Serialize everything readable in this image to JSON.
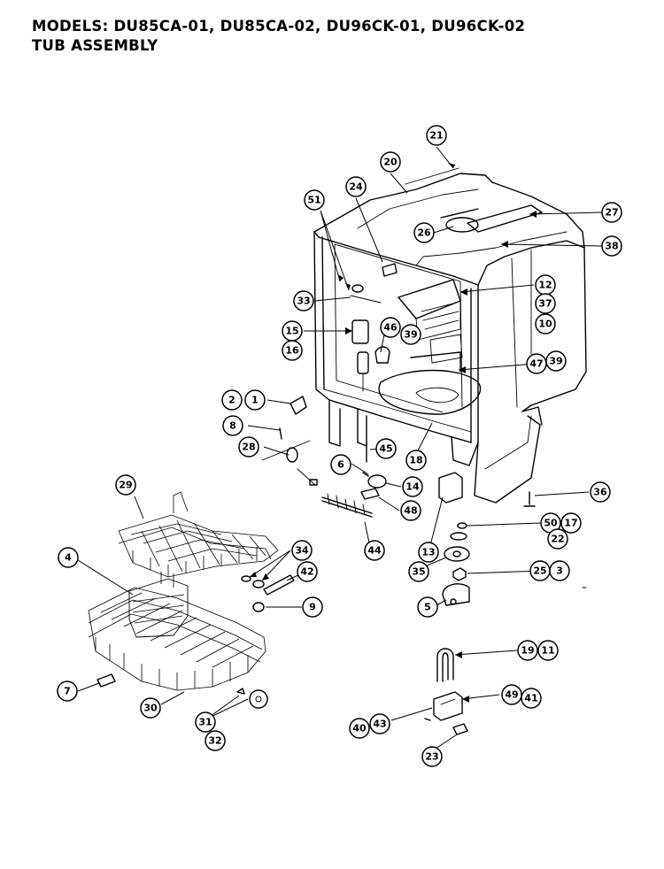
{
  "header": {
    "models_line": "MODELS: DU85CA-01, DU85CA-02, DU96CK-01, DU96CK-02",
    "section_line": "TUB ASSEMBLY"
  },
  "callouts": [
    "21",
    "20",
    "24",
    "51",
    "27",
    "26",
    "38",
    "33",
    "12",
    "37",
    "10",
    "15",
    "16",
    "46",
    "39",
    "47",
    "39",
    "2",
    "1",
    "8",
    "45",
    "28",
    "18",
    "6",
    "14",
    "36",
    "48",
    "29",
    "50",
    "17",
    "22",
    "34",
    "44",
    "13",
    "25",
    "3",
    "4",
    "42",
    "35",
    "9",
    "5",
    "19",
    "11",
    "7",
    "30",
    "49",
    "41",
    "40",
    "43",
    "31",
    "32",
    "23"
  ]
}
